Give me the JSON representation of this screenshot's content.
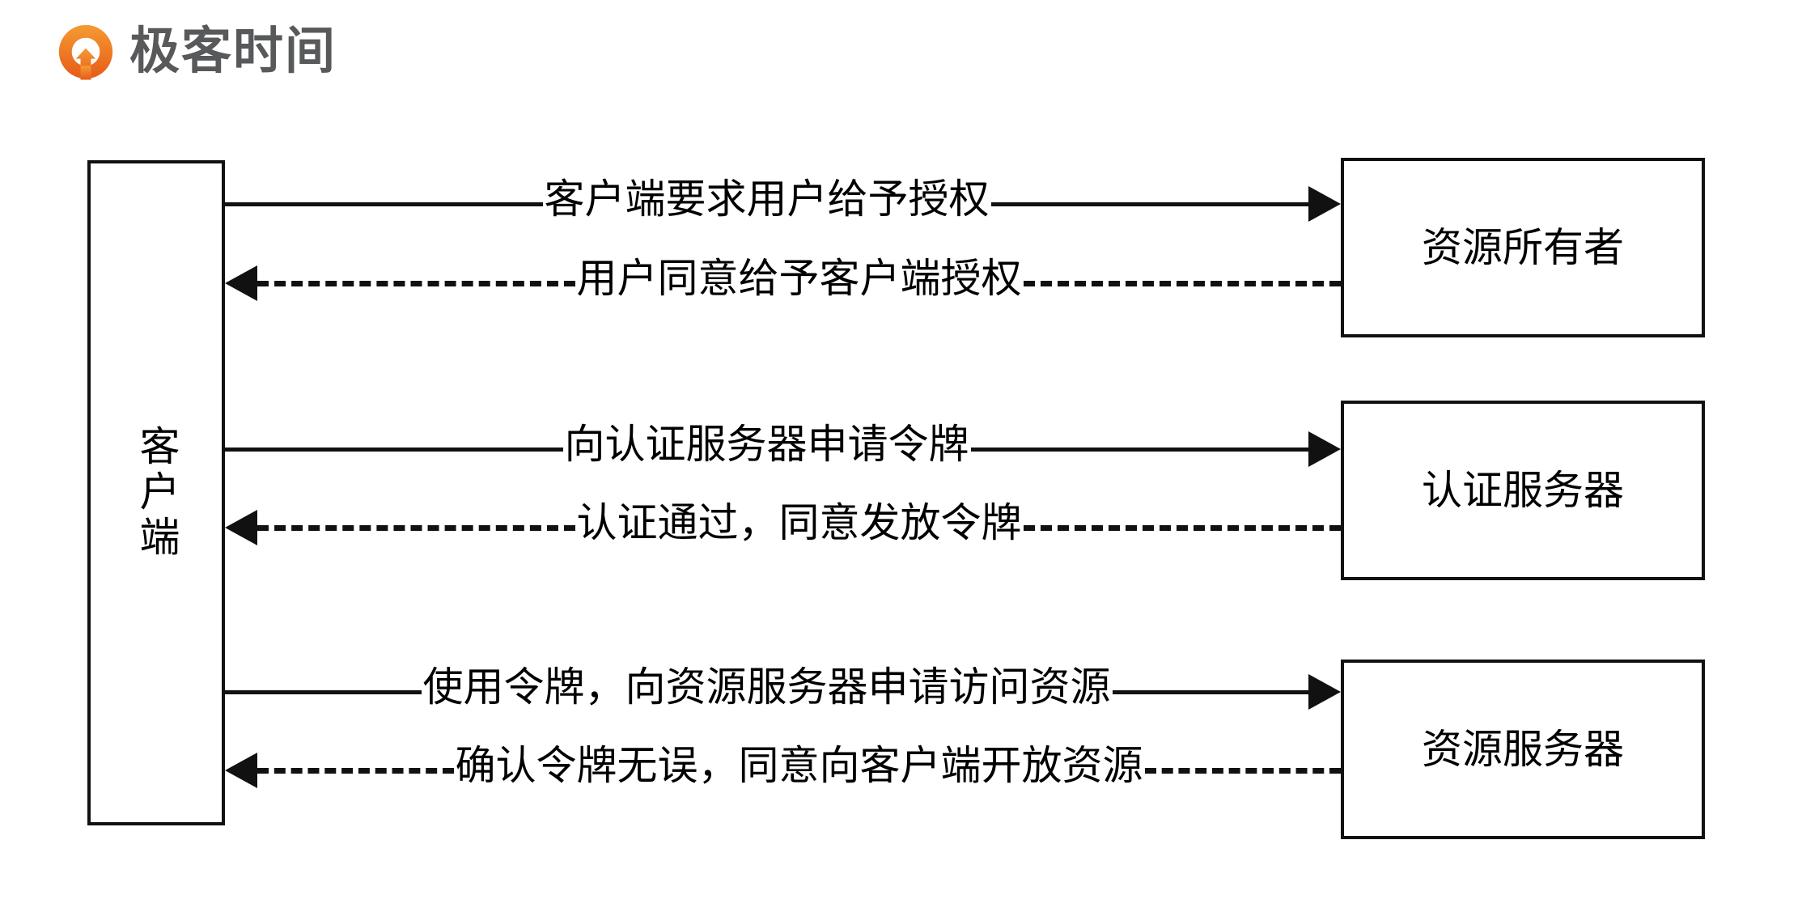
{
  "brand": {
    "name": "极客时间",
    "logo_icon": "geek-time-ring-arrow-logo",
    "logo_color": "#ef7c22",
    "logo_color_dark": "#e4601f",
    "text_color": "#58595b"
  },
  "diagram": {
    "type": "sequence-flow",
    "nodes": {
      "client": {
        "label": "客户端",
        "orientation": "vertical"
      },
      "owner": {
        "label": "资源所有者"
      },
      "auth": {
        "label": "认证服务器"
      },
      "resource": {
        "label": "资源服务器"
      }
    },
    "messages": [
      {
        "id": "m1",
        "text": "客户端要求用户给予授权",
        "direction": "right",
        "style": "solid",
        "from": "client",
        "to": "owner"
      },
      {
        "id": "m2",
        "text": "用户同意给予客户端授权",
        "direction": "left",
        "style": "dashed",
        "from": "owner",
        "to": "client"
      },
      {
        "id": "m3",
        "text": "向认证服务器申请令牌",
        "direction": "right",
        "style": "solid",
        "from": "client",
        "to": "auth"
      },
      {
        "id": "m4",
        "text": "认证通过，同意发放令牌",
        "direction": "left",
        "style": "dashed",
        "from": "auth",
        "to": "client"
      },
      {
        "id": "m5",
        "text": "使用令牌，向资源服务器申请访问资源",
        "direction": "right",
        "style": "solid",
        "from": "client",
        "to": "resource"
      },
      {
        "id": "m6",
        "text": "确认令牌无误，同意向客户端开放资源",
        "direction": "left",
        "style": "dashed",
        "from": "resource",
        "to": "client"
      }
    ]
  }
}
